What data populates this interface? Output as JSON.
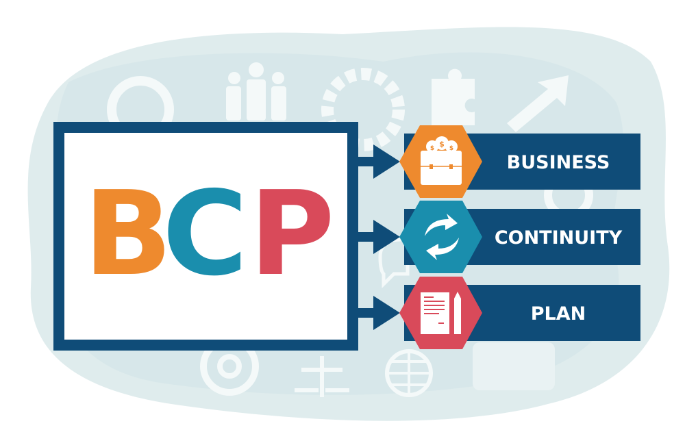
{
  "acronym": {
    "letters": [
      "B",
      "C",
      "P"
    ]
  },
  "items": [
    {
      "label": "BUSINESS",
      "icon": "briefcase-money-icon",
      "color": "#ee8a2e"
    },
    {
      "label": "CONTINUITY",
      "icon": "refresh-arrows-icon",
      "color": "#1a8ead"
    },
    {
      "label": "PLAN",
      "icon": "document-pencil-icon",
      "color": "#d94a5a"
    }
  ],
  "colors": {
    "frame": "#0f4c78",
    "background": "#dfeced",
    "B": "#ee8a2e",
    "C": "#1a8ead",
    "P": "#d94a5a"
  }
}
